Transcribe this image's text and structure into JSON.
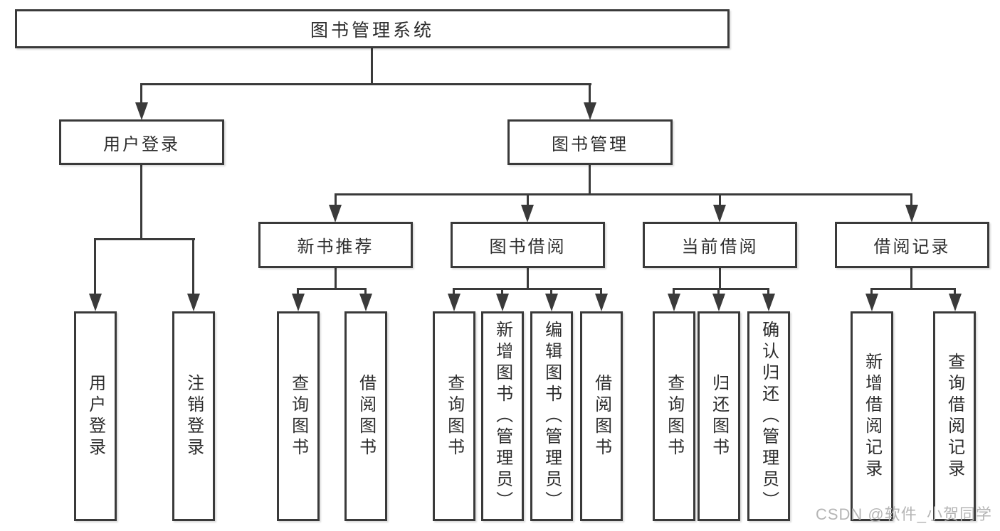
{
  "diagram": {
    "type": "hierarchy",
    "tree": {
      "label": "图书管理系统",
      "children": [
        {
          "label": "用户登录",
          "children": [
            {
              "label": "用户登录"
            },
            {
              "label": "注销登录"
            }
          ]
        },
        {
          "label": "图书管理",
          "children": [
            {
              "label": "新书推荐",
              "children": [
                {
                  "label": "查询图书"
                },
                {
                  "label": "借阅图书"
                }
              ]
            },
            {
              "label": "图书借阅",
              "children": [
                {
                  "label": "查询图书"
                },
                {
                  "label": "新增图书（管理员）"
                },
                {
                  "label": "编辑图书（管理员）"
                },
                {
                  "label": "借阅图书"
                }
              ]
            },
            {
              "label": "当前借阅",
              "children": [
                {
                  "label": "查询图书"
                },
                {
                  "label": "归还图书"
                },
                {
                  "label": "确认归还（管理员）"
                }
              ]
            },
            {
              "label": "借阅记录",
              "children": [
                {
                  "label": "新增借阅记录"
                },
                {
                  "label": "查询借阅记录"
                }
              ]
            }
          ]
        }
      ]
    },
    "colors": {
      "line": "#3a3a3a",
      "text": "#2d2d2d",
      "background": "#ffffff",
      "watermark_color": "#b5b5b5"
    }
  },
  "watermark": {
    "text": "CSDN @软件_小贺同学"
  }
}
